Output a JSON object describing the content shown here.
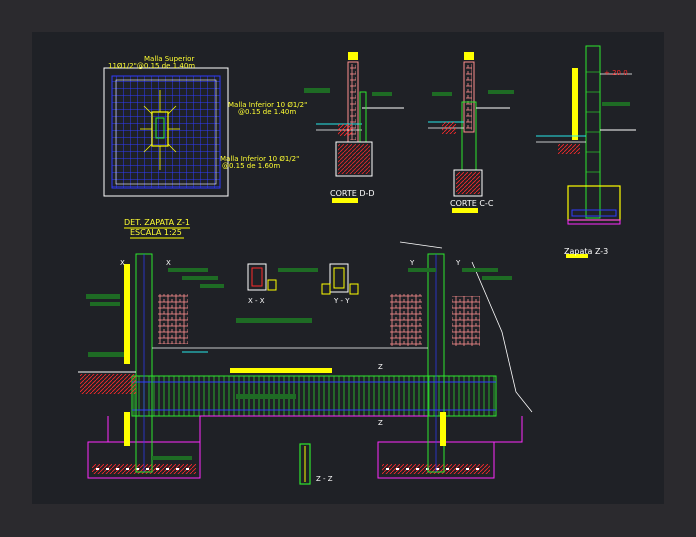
{
  "drawing": {
    "background": "#1f2126",
    "frame": "#2b2a2e",
    "colors": {
      "white": "#ffffff",
      "yellow": "#ffff00",
      "green": "#2ee62e",
      "blue": "#2f3cff",
      "red": "#ff2a2a",
      "magenta": "#ff2aff",
      "cyan": "#27e8e8",
      "salmon": "#ff8f8f",
      "dark_green": "#1e6b24"
    }
  },
  "labels": {
    "malla_superior": "Malla Superior",
    "malla_superior_spec": "11Ø1/2\"@0.15 de 1.40m",
    "malla_inferior_1": "Malla Inferior 10 Ø1/2\"",
    "malla_inferior_1_spec": "@0.15 de 1.40m",
    "malla_inferior_2": "Malla Inferior 10 Ø1/2\"",
    "malla_inferior_2_spec": "@0.15 de 1.60m",
    "det_zapata": "DET. ZAPATA Z-1",
    "escala": "ESCALA 1:25",
    "corte_d": "CORTE D-D",
    "corte_c": "CORTE C-C",
    "zapata_z3": "Zapata Z-3",
    "xx": "X - X",
    "yy": "Y - Y",
    "zz": "Z - Z",
    "x_left": "X",
    "x_left2": "X",
    "y_right": "Y",
    "y_right2": "Y",
    "z_top": "Z",
    "z_bottom": "Z",
    "level_mark": "+.20 0"
  }
}
